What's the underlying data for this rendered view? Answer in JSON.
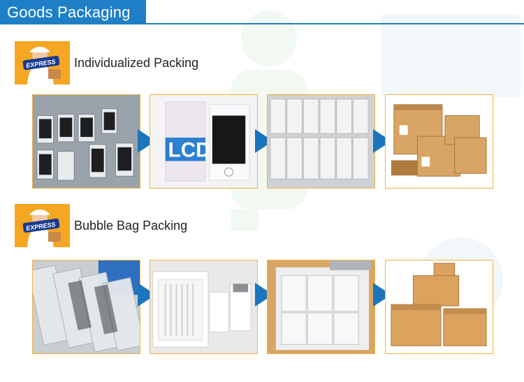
{
  "header": {
    "title": "Goods Packaging"
  },
  "sections": [
    {
      "label": "Individualized Packing",
      "badge_text": "EXPRESS"
    },
    {
      "label": "Bubble Bag Packing",
      "badge_text": "EXPRESS"
    }
  ],
  "photo_texts": {
    "lcd_label": "LCD"
  },
  "colors": {
    "accent_blue": "#1f7fc6",
    "badge_orange": "#f5a623",
    "photo_border": "#f2b13a",
    "arrow_blue": "#1b75bc"
  }
}
